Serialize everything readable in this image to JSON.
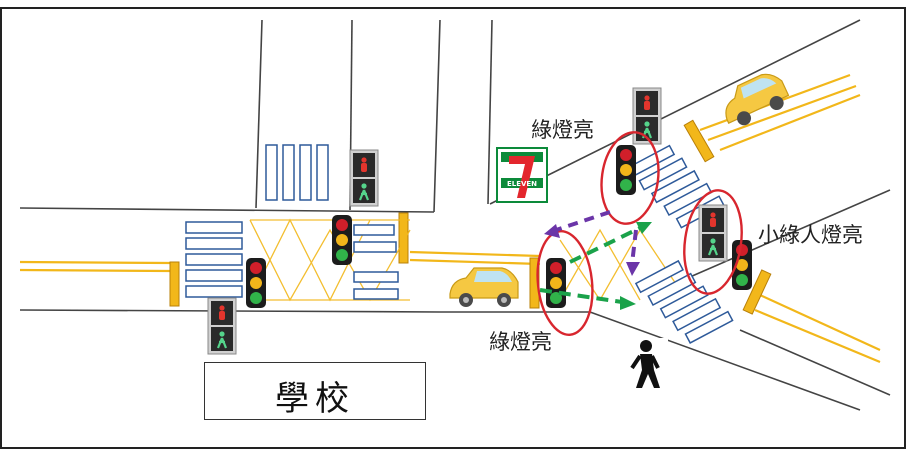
{
  "labels": {
    "green_light_top": "綠燈亮",
    "green_light_bottom": "綠燈亮",
    "pedestrian_green": "小綠人燈亮",
    "school": "學校"
  },
  "seven_eleven": {
    "text": "ELEVEN",
    "numeral": "7"
  },
  "colors": {
    "crosswalk_stroke": "#2e5a9a",
    "lane_yellow": "#f2b71a",
    "arrow_green": "#1aa24a",
    "arrow_purple": "#6b35a8",
    "highlight_red": "#d8262e",
    "car_yellow": "#f5c842"
  }
}
